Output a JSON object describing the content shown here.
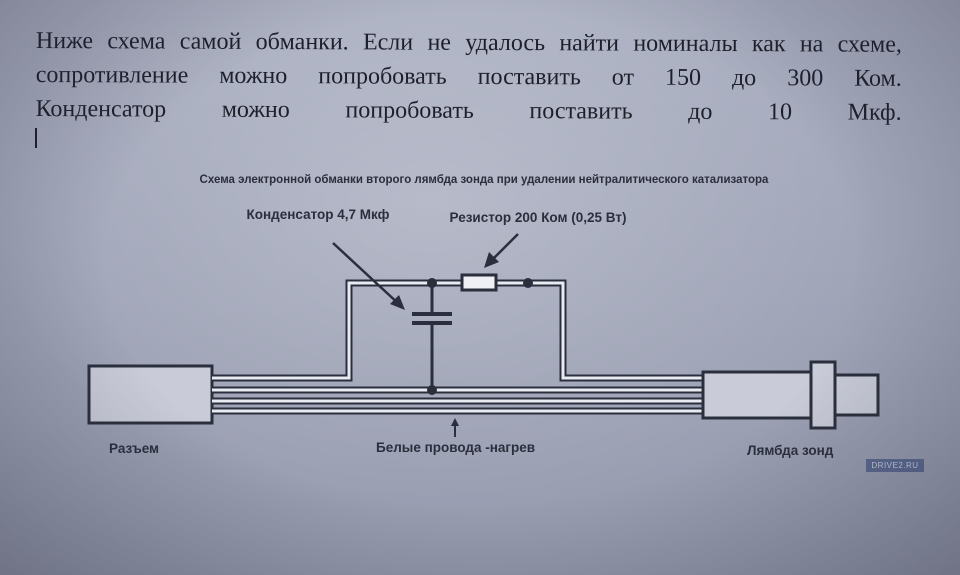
{
  "intro": {
    "line1": "Ниже схема самой обманки. Если не удалось найти номиналы как на схеме,",
    "line2": "сопротивление можно попробовать поставить от 150 до 300 Ком.",
    "line3": "Конденсатор можно попробовать поставить до 10 Мкф."
  },
  "diagram": {
    "title": "Схема электронной обманки второго лямбда зонда при удалении нейтралитического катализатора",
    "capacitor_label": "Конденсатор 4,7 Мкф",
    "resistor_label": "Резистор 200 Ком (0,25 Вт)",
    "connector_label": "Разъем",
    "heater_wires_label": "Белые провода -нагрев",
    "sensor_label": "Лямбда зонд",
    "watermark": "DRIVE2.RU"
  },
  "colors": {
    "ink": "#2b2e3c",
    "wire": "#e9ebf2",
    "screen": "#a1a6b9"
  }
}
